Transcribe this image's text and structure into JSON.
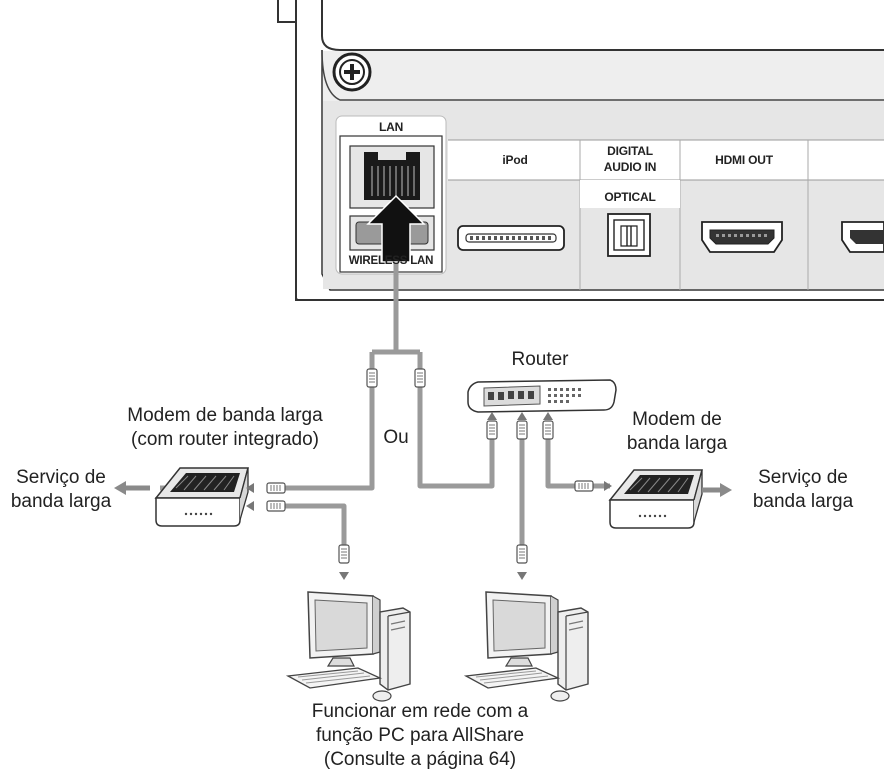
{
  "panel": {
    "lan": "LAN",
    "wireless_lan": "WIRELESS LAN",
    "ipod": "iPod",
    "digital_audio_in_line1": "DIGITAL",
    "digital_audio_in_line2": "AUDIO IN",
    "optical": "OPTICAL",
    "hdmi_out": "HDMI OUT"
  },
  "labels": {
    "router": "Router",
    "ou": "Ou",
    "modem_router_line1": "Modem de banda larga",
    "modem_router_line2": "(com router integrado)",
    "service_left_line1": "Serviço de",
    "service_left_line2": "banda larga",
    "modem_right_line1": "Modem de",
    "modem_right_line2": "banda larga",
    "service_right_line1": "Serviço de",
    "service_right_line2": "banda larga",
    "caption_line1": "Funcionar em rede com a",
    "caption_line2": "função PC para AllShare",
    "caption_line3": "(Consulte a página 64)"
  },
  "colors": {
    "panel_fill": "#e9e9e9",
    "panel_stroke": "#333333",
    "cable": "#9a9a9a",
    "arrow": "#111111"
  },
  "icons": [
    "screw-icon",
    "lan-port-icon",
    "wireless-lan-port-icon",
    "ipod-port-icon",
    "optical-port-icon",
    "hdmi-port-icon",
    "router-icon",
    "modem-icon",
    "computer-icon",
    "ethernet-plug-icon",
    "arrow-icon"
  ]
}
